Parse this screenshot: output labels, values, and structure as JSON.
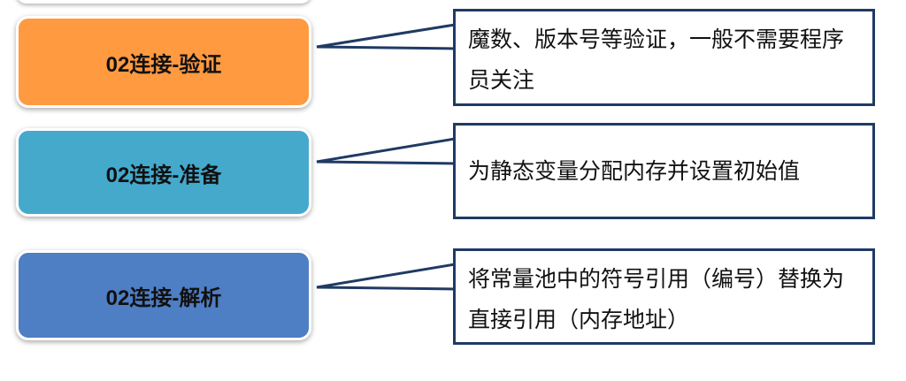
{
  "stages": [
    {
      "label": "02连接-验证",
      "color": "#ff9a40",
      "note": "魔数、版本号等验证，一般不需要程序员关注"
    },
    {
      "label": "02连接-准备",
      "color": "#45a9cc",
      "note": "为静态变量分配内存并设置初始值"
    },
    {
      "label": "02连接-解析",
      "color": "#4e7ec4",
      "note": "将常量池中的符号引用（编号）替换为直接引用（内存地址）"
    }
  ],
  "colors": {
    "border": "#1f3a64"
  }
}
